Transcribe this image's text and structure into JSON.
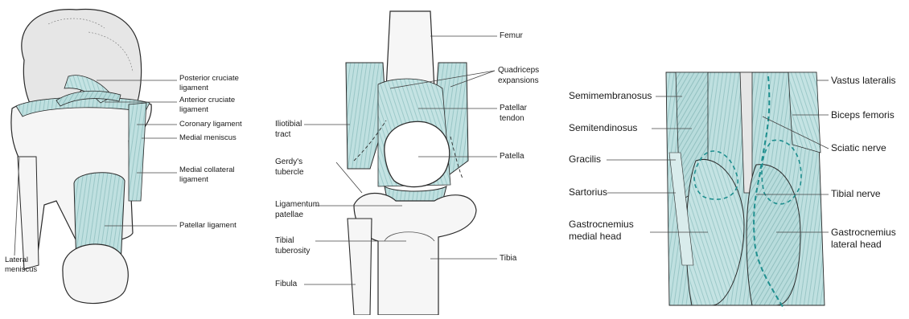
{
  "colors": {
    "bone": "#f6f6f6",
    "bone_shade": "#e3e3e3",
    "tissue": "#bfe0e0",
    "tissue_dark": "#8fc3c3",
    "outline": "#2a2a2a",
    "nerve": "#1f8f8f"
  },
  "panel1": {
    "labels": {
      "posterior_cruciate": [
        "Posterior cruciate",
        "ligament"
      ],
      "anterior_cruciate": [
        "Anterior cruciate",
        "ligament"
      ],
      "coronary": "Coronary ligament",
      "medial_meniscus": "Medial meniscus",
      "medial_collateral": [
        "Medial collateral",
        "ligament"
      ],
      "patellar_ligament": "Patellar ligament",
      "lateral_meniscus": [
        "Lateral",
        "meniscus"
      ]
    }
  },
  "panel2": {
    "labels": {
      "femur": "Femur",
      "quadriceps": [
        "Quadriceps",
        "expansions"
      ],
      "iliotibial": [
        "Iliotibial",
        "tract"
      ],
      "patellar_tendon": [
        "Patellar",
        "tendon"
      ],
      "gerdys": [
        "Gerdy's",
        "tubercle"
      ],
      "patella": "Patella",
      "ligamentum": [
        "Ligamentum",
        "patellae"
      ],
      "tibial_tuberosity": [
        "Tibial",
        "tuberosity"
      ],
      "tibia": "Tibia",
      "fibula": "Fibula"
    }
  },
  "panel3": {
    "labels": {
      "semimembranosus": "Semimembranosus",
      "vastus_lateralis": "Vastus lateralis",
      "semitendinosus": "Semitendinosus",
      "biceps_femoris": "Biceps femoris",
      "sciatic_nerve": "Sciatic nerve",
      "gracilis": "Gracilis",
      "tibial_nerve": "Tibial nerve",
      "sartorius": "Sartorius",
      "gastro_medial": [
        "Gastrocnemius",
        "medial head"
      ],
      "gastro_lateral": [
        "Gastrocnemius",
        "lateral head"
      ]
    }
  }
}
